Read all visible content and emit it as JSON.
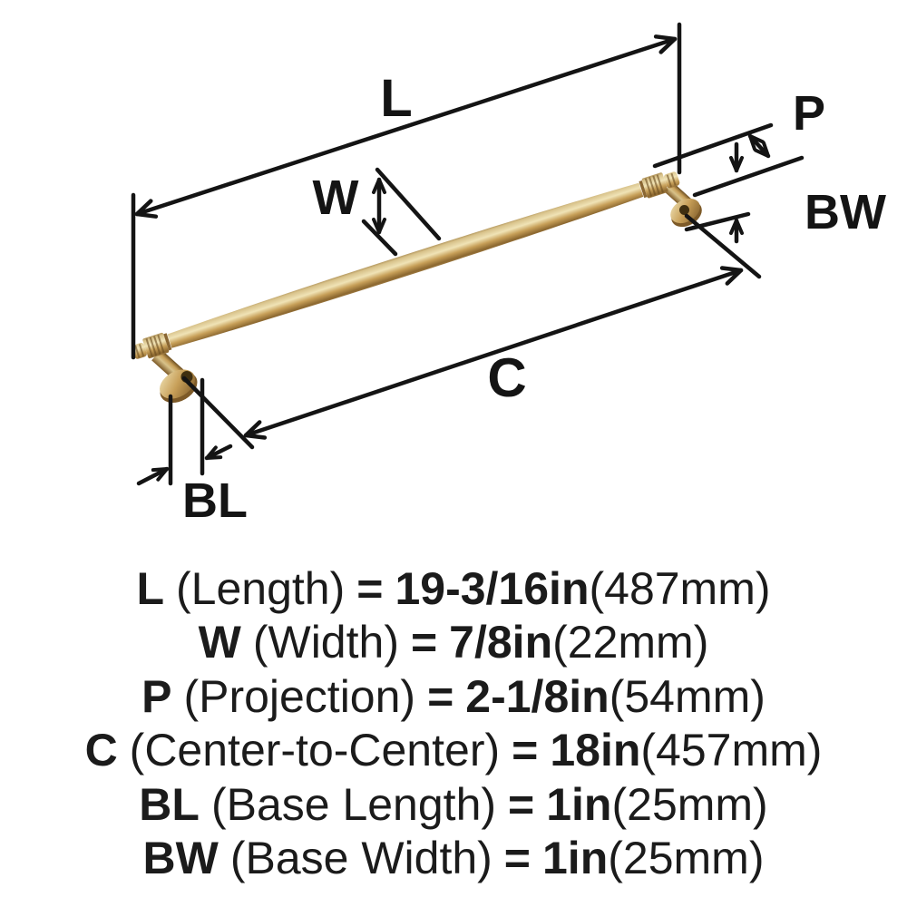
{
  "palette": {
    "ink": "#141414",
    "brass_edge": "#9c7c42",
    "brass_light": "#d8c28a",
    "brass_highlight": "#f0e3b6",
    "brass_mid": "#c79f58",
    "brass_dark": "#8c6830",
    "brass_edge_bottom": "#a7834a",
    "brass_deep": "#6b4d20",
    "brass_rim": "#7d5a28",
    "notch": "#3f2f10"
  },
  "diagram": {
    "labels": {
      "length": "L",
      "width": "W",
      "projection": "P",
      "base_width": "BW",
      "center_to_center": "C",
      "base_length": "BL"
    }
  },
  "specs": [
    {
      "key": "L",
      "label": "(Length)",
      "equals": "=",
      "inches": "19-3/16in",
      "metric": "(487mm)"
    },
    {
      "key": "W",
      "label": "(Width)",
      "equals": "=",
      "inches": "7/8in",
      "metric": "(22mm)"
    },
    {
      "key": "P",
      "label": "(Projection)",
      "equals": "=",
      "inches": "2-1/8in",
      "metric": "(54mm)"
    },
    {
      "key": "C",
      "label": "(Center-to-Center)",
      "equals": "=",
      "inches": "18in",
      "metric": "(457mm)"
    },
    {
      "key": "BL",
      "label": "(Base Length)",
      "equals": "=",
      "inches": "1in",
      "metric": "(25mm)"
    },
    {
      "key": "BW",
      "label": "(Base Width)",
      "equals": "=",
      "inches": "1in",
      "metric": "(25mm)"
    }
  ]
}
